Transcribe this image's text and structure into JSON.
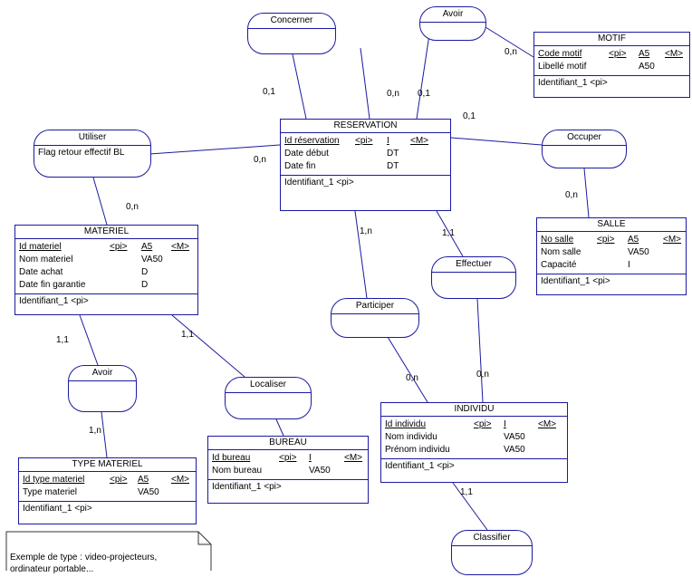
{
  "entities": {
    "reservation": {
      "title": "RESERVATION",
      "attrs": [
        {
          "name": "Id réservation",
          "pk": "<pi>",
          "type": "I",
          "mand": "<M>",
          "underline": true
        },
        {
          "name": "Date début",
          "pk": "",
          "type": "DT",
          "mand": "",
          "underline": false
        },
        {
          "name": "Date fin",
          "pk": "",
          "type": "DT",
          "mand": "",
          "underline": false
        }
      ],
      "identifier": "Identifiant_1   <pi>"
    },
    "motif": {
      "title": "MOTIF",
      "attrs": [
        {
          "name": "Code motif",
          "pk": "<pi>",
          "type": "A5",
          "mand": "<M>",
          "underline": true
        },
        {
          "name": "Libellé motif",
          "pk": "",
          "type": "A50",
          "mand": "",
          "underline": false
        }
      ],
      "identifier": "Identifiant_1   <pi>"
    },
    "materiel": {
      "title": "MATERIEL",
      "attrs": [
        {
          "name": "Id materiel",
          "pk": "<pi>",
          "type": "A5",
          "mand": "<M>",
          "underline": true
        },
        {
          "name": "Nom materiel",
          "pk": "",
          "type": "VA50",
          "mand": "",
          "underline": false
        },
        {
          "name": "Date achat",
          "pk": "",
          "type": "D",
          "mand": "",
          "underline": false
        },
        {
          "name": "Date fin garantie",
          "pk": "",
          "type": "D",
          "mand": "",
          "underline": false
        }
      ],
      "identifier": "Identifiant_1   <pi>"
    },
    "salle": {
      "title": "SALLE",
      "attrs": [
        {
          "name": "No salle",
          "pk": "<pi>",
          "type": "A5",
          "mand": "<M>",
          "underline": true
        },
        {
          "name": "Nom salle",
          "pk": "",
          "type": "VA50",
          "mand": "",
          "underline": false
        },
        {
          "name": "Capacité",
          "pk": "",
          "type": "I",
          "mand": "",
          "underline": false
        }
      ],
      "identifier": "Identifiant_1   <pi>"
    },
    "individu": {
      "title": "INDIVIDU",
      "attrs": [
        {
          "name": "Id individu",
          "pk": "<pi>",
          "type": "I",
          "mand": "<M>",
          "underline": true
        },
        {
          "name": "Nom individu",
          "pk": "",
          "type": "VA50",
          "mand": "",
          "underline": false
        },
        {
          "name": "Prénom individu",
          "pk": "",
          "type": "VA50",
          "mand": "",
          "underline": false
        }
      ],
      "identifier": "Identifiant_1   <pi>"
    },
    "bureau": {
      "title": "BUREAU",
      "attrs": [
        {
          "name": "Id bureau",
          "pk": "<pi>",
          "type": "I",
          "mand": "<M>",
          "underline": true
        },
        {
          "name": "Nom bureau",
          "pk": "",
          "type": "VA50",
          "mand": "",
          "underline": false
        }
      ],
      "identifier": "Identifiant_1   <pi>"
    },
    "type_materiel": {
      "title": "TYPE MATERIEL",
      "attrs": [
        {
          "name": "Id type materiel",
          "pk": "<pi>",
          "type": "A5",
          "mand": "<M>",
          "underline": true
        },
        {
          "name": "Type materiel",
          "pk": "",
          "type": "VA50",
          "mand": "",
          "underline": false
        }
      ],
      "identifier": "Identifiant_1   <pi>"
    }
  },
  "associations": {
    "concerner": {
      "title": "Concerner",
      "body": ""
    },
    "avoir_motif": {
      "title": "Avoir",
      "body": ""
    },
    "utiliser": {
      "title": "Utiliser",
      "body": "Flag retour effectif  BL"
    },
    "occuper": {
      "title": "Occuper",
      "body": ""
    },
    "participer": {
      "title": "Participer",
      "body": ""
    },
    "effectuer": {
      "title": "Effectuer",
      "body": ""
    },
    "avoir_type": {
      "title": "Avoir",
      "body": ""
    },
    "localiser": {
      "title": "Localiser",
      "body": ""
    },
    "classifier": {
      "title": "Classifier",
      "body": ""
    }
  },
  "cardinalities": {
    "concerner_reservation": "0,1",
    "avoir_motif": "0,n",
    "avoir_reservation_left": "0,n",
    "avoir_reservation_right": "0,1",
    "reservation_occuper": "0,1",
    "utiliser_reservation": "0,n",
    "utiliser_materiel": "0,n",
    "occuper_salle": "0,n",
    "reservation_participer": "1,n",
    "reservation_effectuer": "1,1",
    "materiel_avoir": "1,1",
    "materiel_localiser": "1,1",
    "avoir_typemateriel": "1,n",
    "participer_individu": "0,n",
    "effectuer_individu": "0,n",
    "individu_classifier": "1,1"
  },
  "note": {
    "line1": "Exemple de type : video-projecteurs,",
    "line2": "ordinateur portable..."
  },
  "colors": {
    "line": "#1a1aa0"
  }
}
